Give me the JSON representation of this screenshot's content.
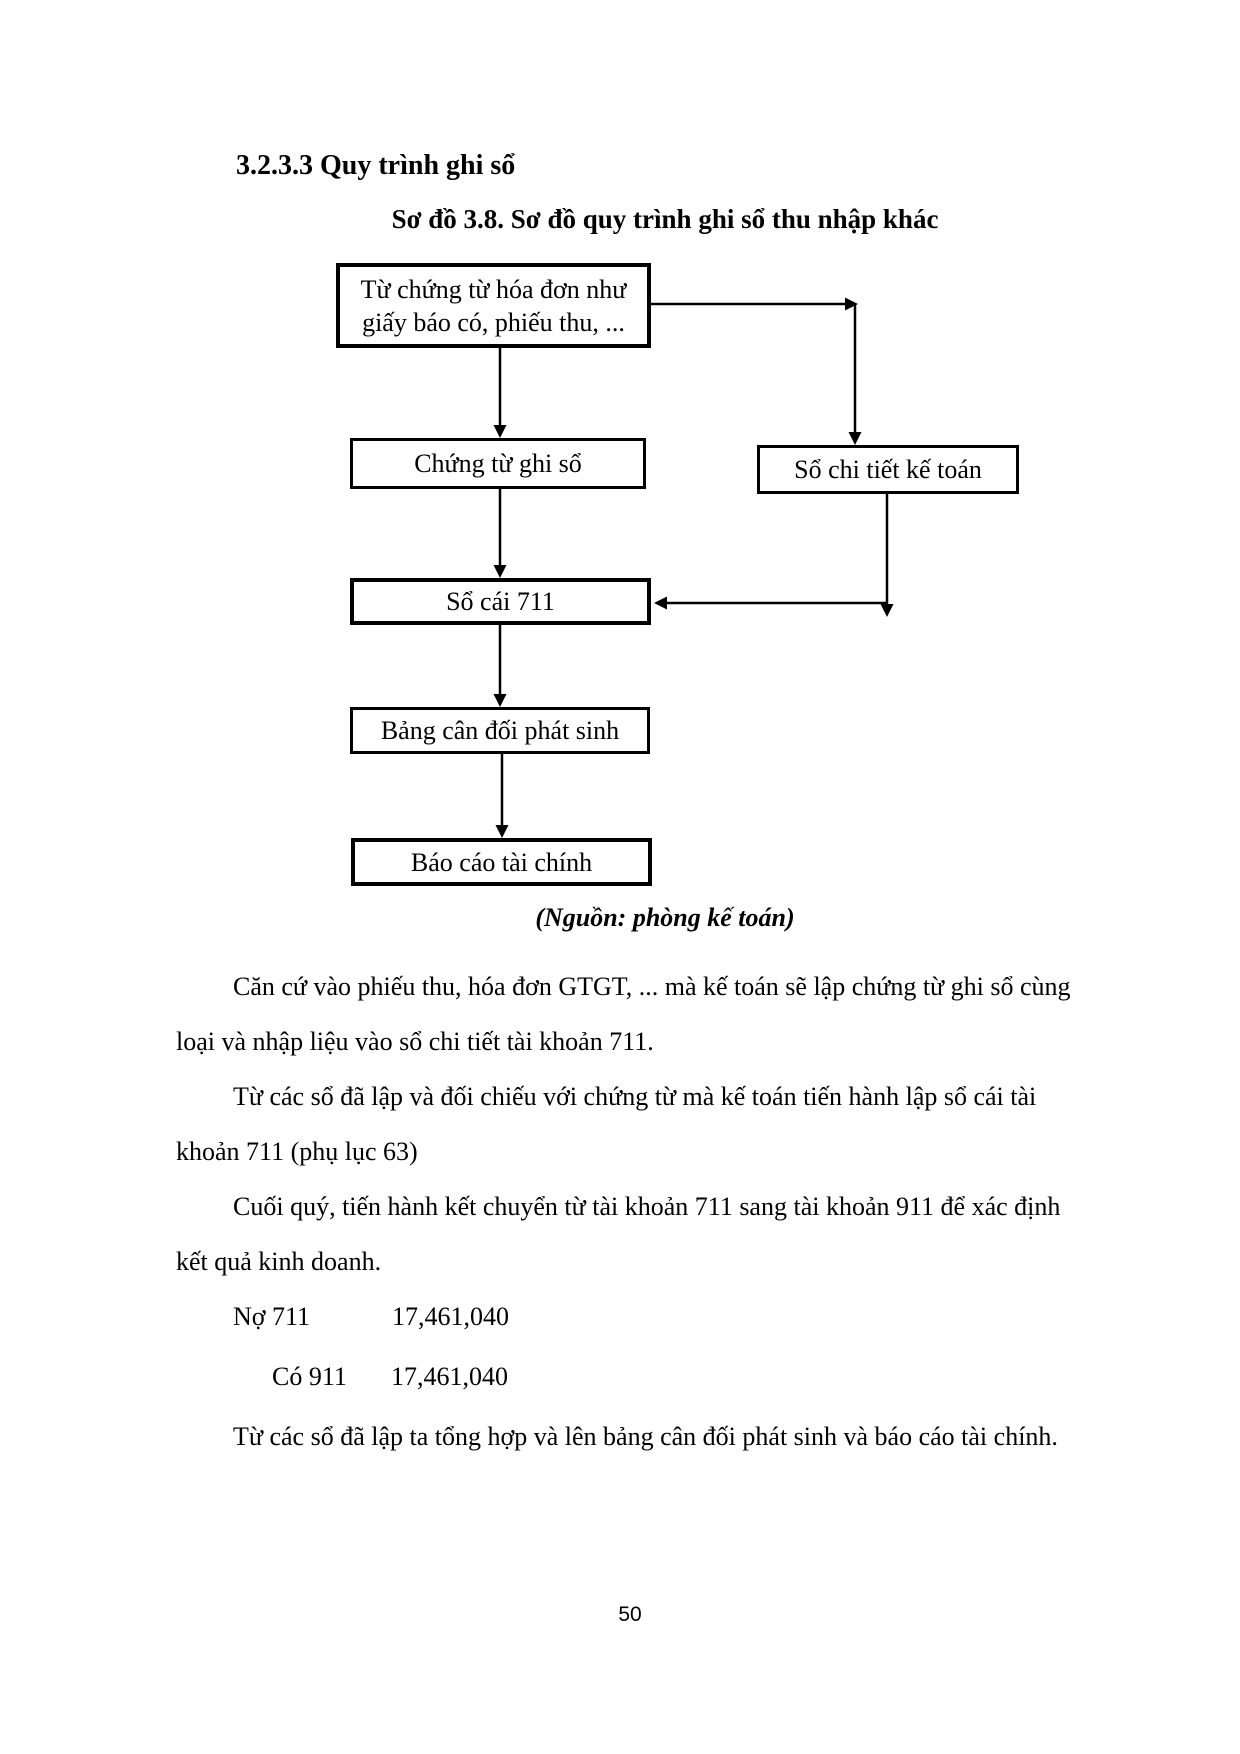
{
  "heading": "3.2.3.3 Quy trình ghi sổ",
  "diagram": {
    "title": "Sơ đồ 3.8. Sơ đồ quy trình ghi sổ thu nhập khác",
    "source_note": "(Nguồn: phòng kế toán)",
    "boxes": [
      {
        "id": "source-documents",
        "line1": "Từ chứng từ hóa đơn như",
        "line2": "giấy báo có, phiếu thu, ..."
      },
      {
        "id": "chung-tu-ghi-so",
        "label": "Chứng từ ghi sổ"
      },
      {
        "id": "so-chi-tiet-ke-toan",
        "label": "Sổ chi tiết kế toán"
      },
      {
        "id": "so-cai-711",
        "label": "Sổ cái 711"
      },
      {
        "id": "bang-can-doi-phat-sinh",
        "label": "Bảng cân đối phát sinh"
      },
      {
        "id": "bao-cao-tai-chinh",
        "label": "Báo cáo tài chính"
      }
    ],
    "connections": [
      "source-documents -> chung-tu-ghi-so",
      "source-documents -> so-chi-tiet-ke-toan",
      "chung-tu-ghi-so -> so-cai-711",
      "so-chi-tiet-ke-toan -> so-cai-711",
      "so-cai-711 -> bang-can-doi-phat-sinh",
      "bang-can-doi-phat-sinh -> bao-cao-tai-chinh"
    ]
  },
  "paragraphs": [
    {
      "line1": "Căn cứ vào phiếu thu, hóa đơn GTGT, ... mà kế toán sẽ lập chứng từ ghi sổ cùng",
      "line2": "loại và nhập liệu vào sổ chi tiết tài khoản 711."
    },
    {
      "line1": "Từ các sổ đã lập và đối chiếu với chứng từ mà kế toán tiến hành lập sổ cái tài",
      "line2": "khoản 711 (phụ lục 63)"
    },
    {
      "line1": "Cuối quý, tiến hành kết chuyển từ tài khoản 711 sang tài khoản 911 để xác định",
      "line2": "kết quả kinh doanh."
    }
  ],
  "journal_entries": [
    {
      "account": "Nợ 711",
      "amount": "17,461,040"
    },
    {
      "account": "Có 911",
      "amount": "17,461,040"
    }
  ],
  "closing_paragraph": "Từ các sổ đã lập ta tổng hợp và lên bảng cân đối phát sinh và báo cáo tài chính.",
  "page_number": "50",
  "colors": {
    "ink": "#000000",
    "paper": "#ffffff"
  }
}
